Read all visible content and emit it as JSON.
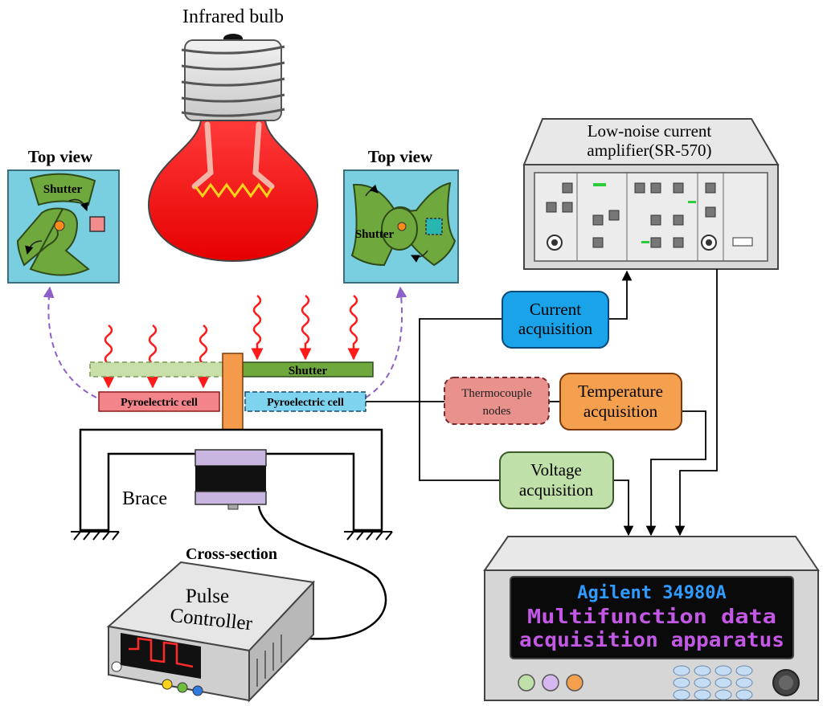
{
  "labels": {
    "infrared_bulb": "Infrared bulb",
    "top_view_left": "Top view",
    "top_view_right": "Top view",
    "shutter_left_inset": "Shutter",
    "shutter_right_inset": "Shutter",
    "shutter_bar": "Shutter",
    "pyro_cell_left": "Pyroelectric cell",
    "pyro_cell_right": "Pyroelectric cell",
    "brace": "Brace",
    "cross_section": "Cross-section",
    "pulse_controller_line1": "Pulse",
    "pulse_controller_line2": "Controller",
    "amplifier_line1": "Low-noise current",
    "amplifier_line2": "amplifier(SR-570)",
    "current_acq_line1": "Current",
    "current_acq_line2": "acquisition",
    "thermo_line1": "Thermocouple",
    "thermo_line2": "nodes",
    "temp_acq_line1": "Temperature",
    "temp_acq_line2": "acquisition",
    "voltage_acq_line1": "Voltage",
    "voltage_acq_line2": "acquisition",
    "daq_line1": "Agilent 34980A",
    "daq_line2": "Multifunction data",
    "daq_line3": "acquisition apparatus"
  },
  "colors": {
    "bulb_red": "#ff1a1a",
    "wave_red": "#ff1a1a",
    "inset_bg": "#79cfe0",
    "shutter_green": "#6fa83c",
    "pyro_left": "#f2848a",
    "pyro_right": "#7ed3ef",
    "current_box": "#1aa3e8",
    "temp_box": "#f5a04f",
    "thermo_box": "#e9918d",
    "voltage_box": "#bfe0a8",
    "daq_text_blue": "#2f9bff",
    "daq_text_purple": "#c458e6"
  }
}
